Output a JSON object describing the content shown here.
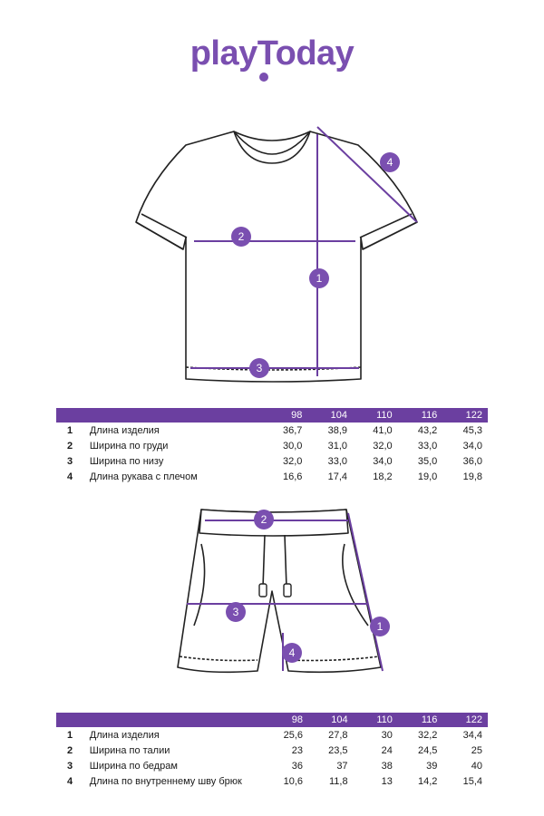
{
  "brand": {
    "logo_text": "playToday",
    "accent": "#6b3fa0"
  },
  "tshirt": {
    "markers": [
      "1",
      "2",
      "3",
      "4"
    ],
    "sizes": [
      "98",
      "104",
      "110",
      "116",
      "122"
    ],
    "rows": [
      {
        "num": "1",
        "label": "Длина изделия",
        "values": [
          "36,7",
          "38,9",
          "41,0",
          "43,2",
          "45,3"
        ]
      },
      {
        "num": "2",
        "label": "Ширина по груди",
        "values": [
          "30,0",
          "31,0",
          "32,0",
          "33,0",
          "34,0"
        ]
      },
      {
        "num": "3",
        "label": "Ширина по низу",
        "values": [
          "32,0",
          "33,0",
          "34,0",
          "35,0",
          "36,0"
        ]
      },
      {
        "num": "4",
        "label": "Длина рукава с плечом",
        "values": [
          "16,6",
          "17,4",
          "18,2",
          "19,0",
          "19,8"
        ]
      }
    ]
  },
  "shorts": {
    "markers": [
      "1",
      "2",
      "3",
      "4"
    ],
    "sizes": [
      "98",
      "104",
      "110",
      "116",
      "122"
    ],
    "rows": [
      {
        "num": "1",
        "label": "Длина изделия",
        "values": [
          "25,6",
          "27,8",
          "30",
          "32,2",
          "34,4"
        ]
      },
      {
        "num": "2",
        "label": "Ширина по талии",
        "values": [
          "23",
          "23,5",
          "24",
          "24,5",
          "25"
        ]
      },
      {
        "num": "3",
        "label": "Ширина по бедрам",
        "values": [
          "36",
          "37",
          "38",
          "39",
          "40"
        ]
      },
      {
        "num": "4",
        "label": "Длина по внутреннему шву брюк",
        "values": [
          "10,6",
          "11,8",
          "13",
          "14,2",
          "15,4"
        ]
      }
    ]
  }
}
